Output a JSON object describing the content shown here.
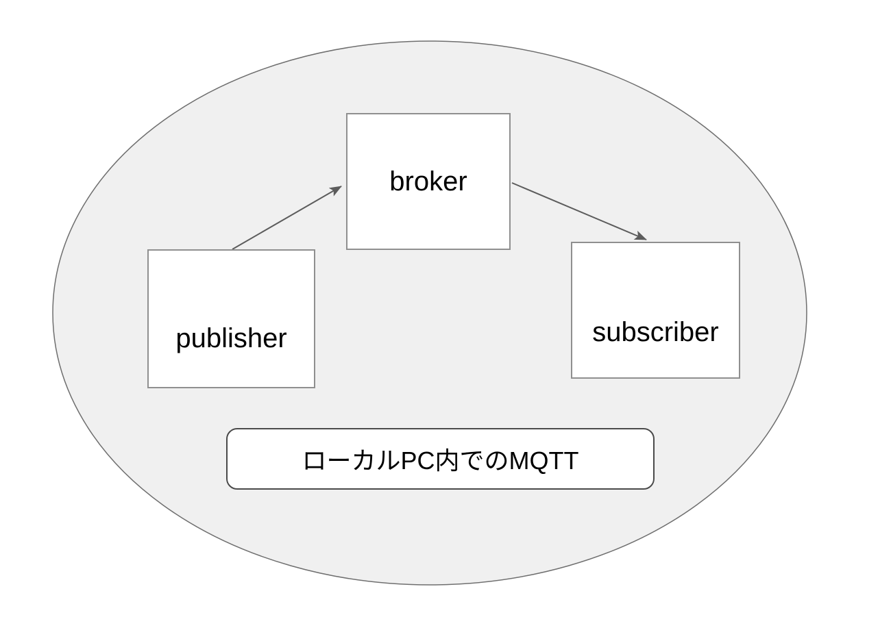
{
  "diagram": {
    "container": {
      "shape": "ellipse",
      "fill": "#f0f0f0",
      "stroke": "#6e6e6e"
    },
    "nodes": [
      {
        "id": "publisher",
        "label": "publisher"
      },
      {
        "id": "broker",
        "label": "broker"
      },
      {
        "id": "subscriber",
        "label": "subscriber"
      }
    ],
    "edges": [
      {
        "from": "publisher",
        "to": "broker"
      },
      {
        "from": "broker",
        "to": "subscriber"
      }
    ],
    "caption": {
      "label": "ローカルPC内でのMQTT"
    },
    "colors": {
      "node_fill": "#ffffff",
      "node_stroke": "#8f8f8f",
      "edge": "#5c5c5c",
      "caption_stroke": "#4a4a4a",
      "text": "#000000"
    }
  }
}
